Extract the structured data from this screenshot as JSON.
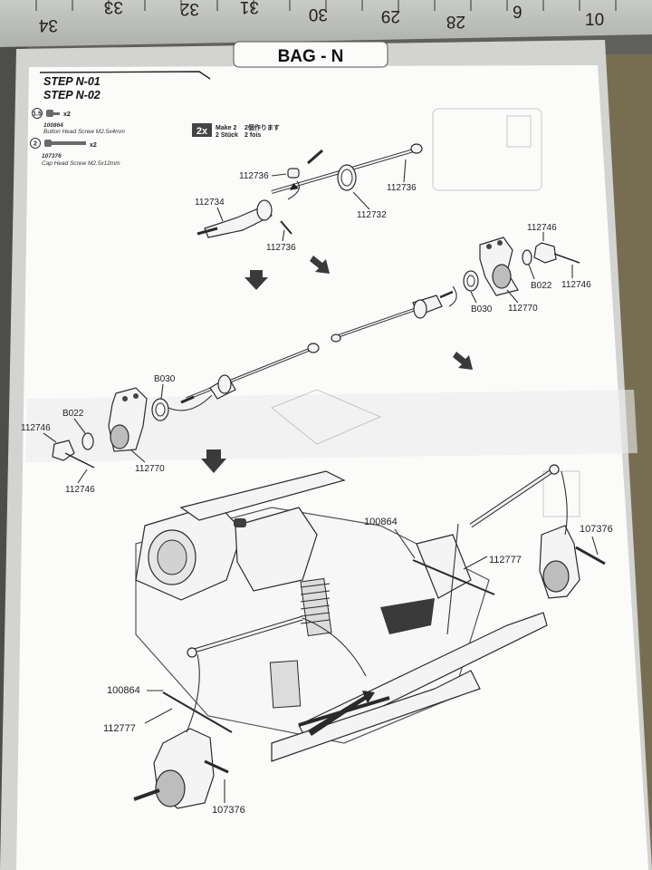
{
  "ruler": {
    "numbers": [
      "34",
      "33",
      "32",
      "31",
      "30",
      "29",
      "28",
      "9",
      "10"
    ]
  },
  "header": {
    "bag_label": "BAG - N"
  },
  "steps": {
    "step1": "STEP N-01",
    "step2": "STEP N-02"
  },
  "hardware": [
    {
      "icon_text": "1.5",
      "qty": "x2",
      "part_no": "100864",
      "desc": "Button Head Screw M2.5x4mm"
    },
    {
      "icon_text": "2",
      "qty": "x2",
      "part_no": "107376",
      "desc": "Cap Head Screw M2.5x12mm"
    }
  ],
  "make_note": {
    "badge": "2x",
    "line1": "Make 2",
    "line2": "2 Stück",
    "line3": "2 fois",
    "line_jp": "2個作ります"
  },
  "callouts": {
    "a1": "112736",
    "a2": "112736",
    "a3": "112734",
    "a4": "112736",
    "a5": "112732",
    "b1": "112746",
    "b2": "112746",
    "b3": "B022",
    "b4": "B030",
    "b5": "112770",
    "c1": "B030",
    "c2": "B022",
    "c3": "112746",
    "c4": "112770",
    "c5": "112746",
    "d1": "100864",
    "d2": "112777",
    "d3": "107376",
    "d4": "100864",
    "d5": "112777",
    "d6": "107376"
  }
}
